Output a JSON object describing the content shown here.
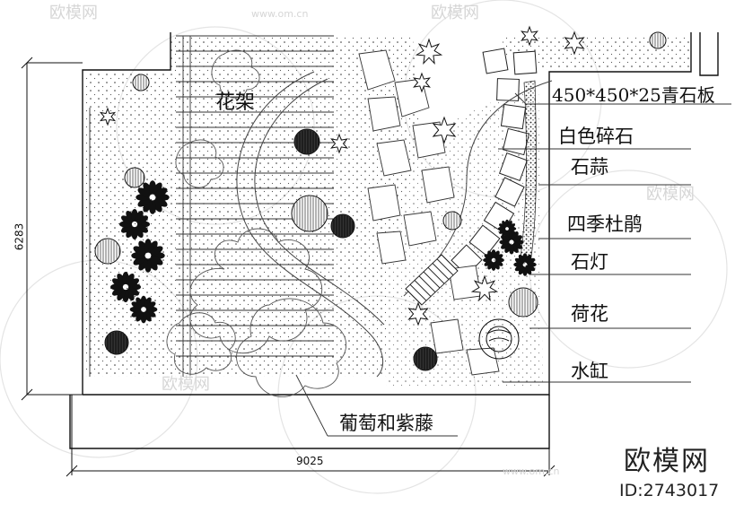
{
  "labels": {
    "flower_rack": "花架",
    "bluestone": "450*450*25青石板",
    "white_gravel": "白色碎石",
    "lycoris": "石蒜",
    "azalea": "四季杜鹃",
    "stone_lamp": "石灯",
    "lotus": "荷花",
    "water_jar": "水缸",
    "grape_wisteria": "葡萄和紫藤"
  },
  "dimensions": {
    "width": "9025",
    "height": "6283"
  },
  "watermark": {
    "brand": "欧模网",
    "id": "ID:2743017",
    "site": "www.om.cn"
  }
}
